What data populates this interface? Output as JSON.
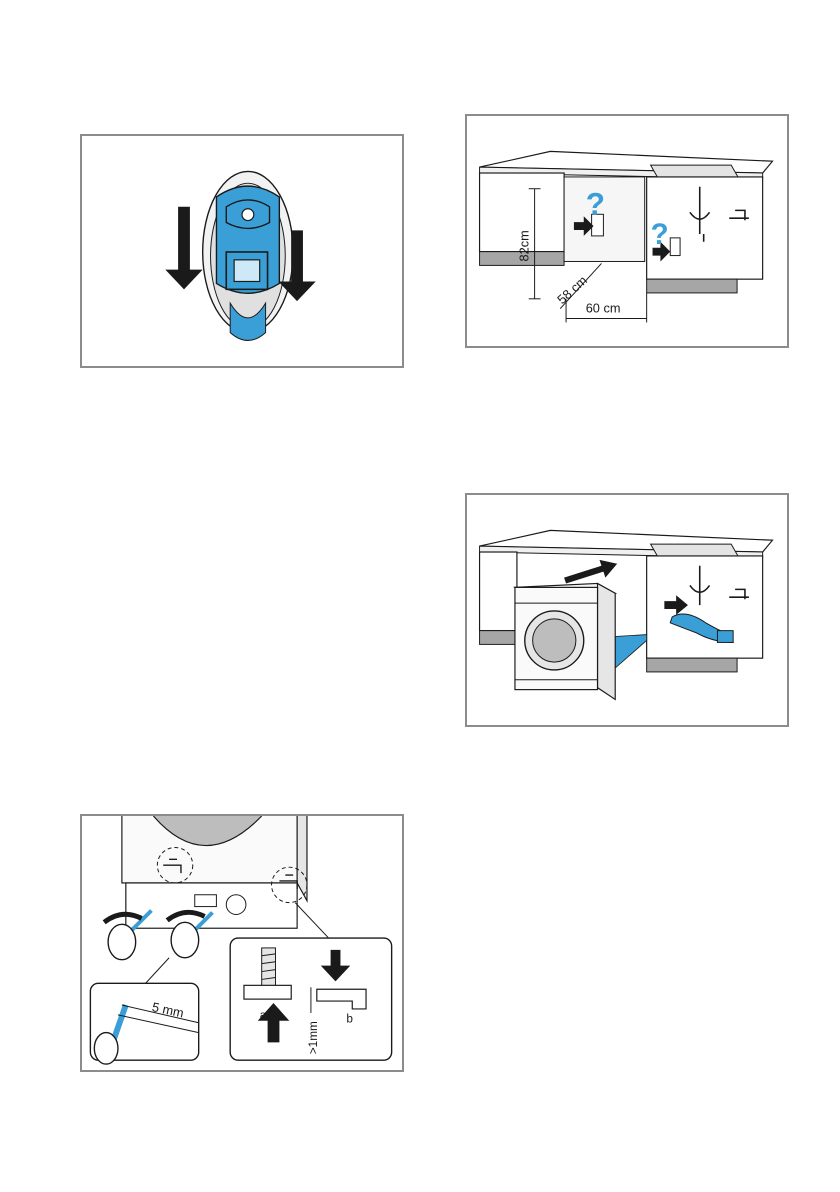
{
  "figures": {
    "dimensions": {
      "height_label": "82cm",
      "depth_label": "58 cm",
      "width_label": "60 cm",
      "question_mark": "?"
    },
    "feet": {
      "gap_label": "5 mm",
      "label_a": "a",
      "label_b": "b",
      "min_label": ">1mm"
    }
  },
  "colors": {
    "accent_blue": "#3a9fd6",
    "line": "#1a1a1a",
    "frame": "#8c8c8c",
    "shade": "#d9d9d9",
    "plinth": "#a6a6a6"
  }
}
